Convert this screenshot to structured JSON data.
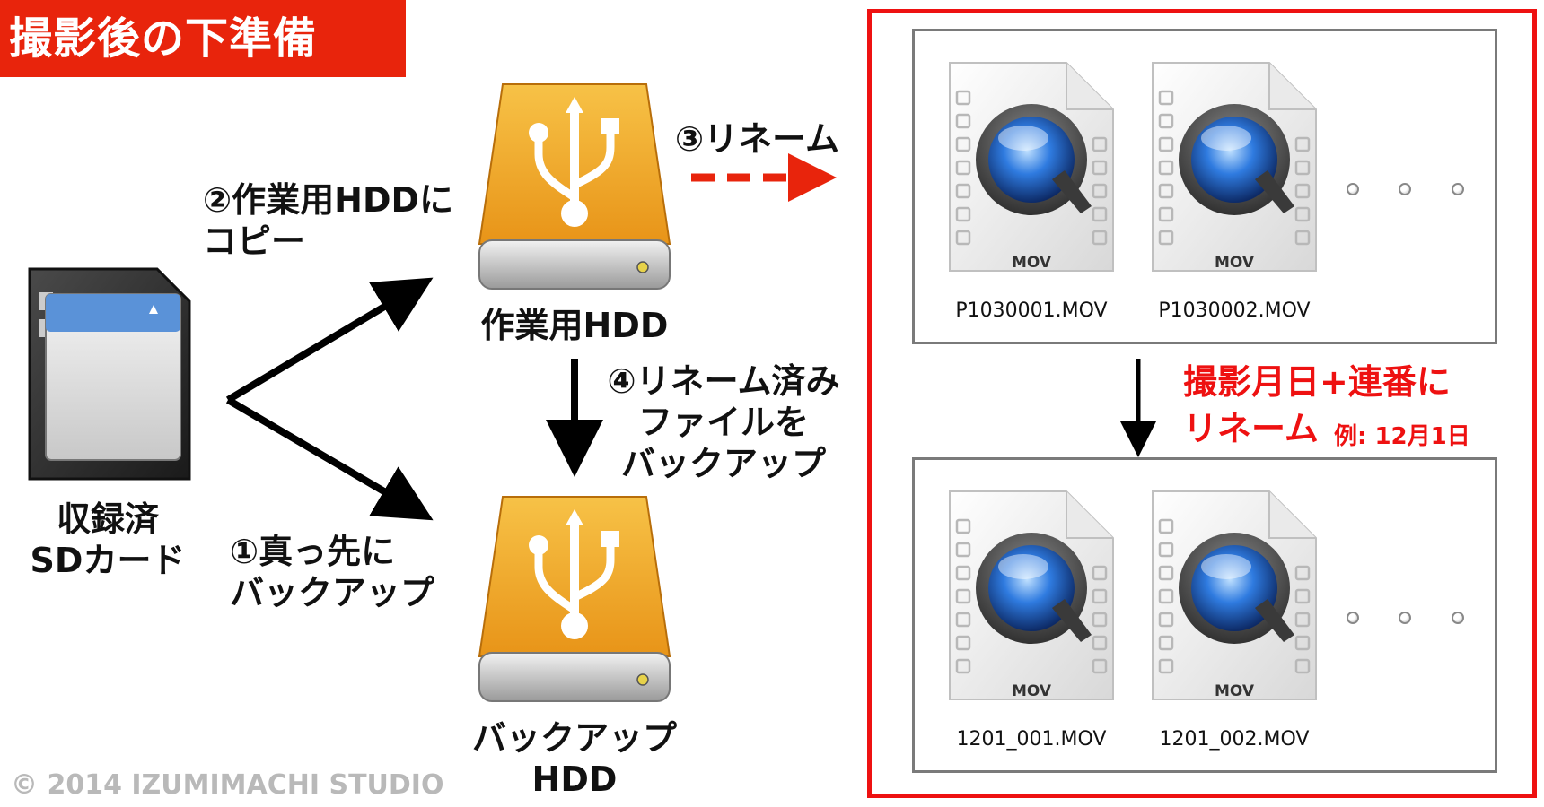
{
  "title": "撮影後の下準備",
  "sd_card": {
    "label": "収録済\nSDカード"
  },
  "work_hdd": {
    "label": "作業用HDD"
  },
  "backup_hdd": {
    "label": "バックアップHDD"
  },
  "steps": {
    "step1": "①真っ先に\nバックアップ",
    "step2": "②作業用HDDに\nコピー",
    "step3": "③リネーム",
    "step4": "④リネーム済み\nファイルを\nバックアップ"
  },
  "rename_panel": {
    "before_files": [
      {
        "icon_label": "MOV",
        "name": "P1030001.MOV"
      },
      {
        "icon_label": "MOV",
        "name": "P1030002.MOV"
      }
    ],
    "after_files": [
      {
        "icon_label": "MOV",
        "name": "1201_001.MOV"
      },
      {
        "icon_label": "MOV",
        "name": "1201_002.MOV"
      }
    ],
    "note": "撮影月日+連番に\nリネーム",
    "example": "例: 12月1日"
  },
  "copyright": "© 2014 IZUMIMACHI STUDIO",
  "icons": {
    "hdd": "usb-hard-drive-icon",
    "sd": "sd-card-icon",
    "file": "quicktime-movie-file-icon"
  },
  "colors": {
    "accent_red": "#e8240c",
    "frame_red": "#ee1111",
    "hdd_orange": "#f0a020"
  }
}
